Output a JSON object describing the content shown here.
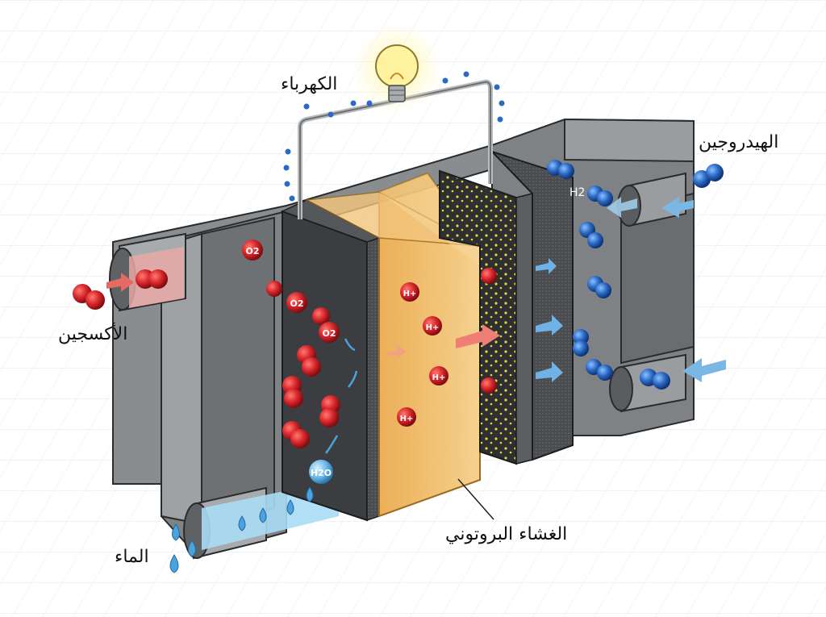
{
  "labels": {
    "electricity": "الكهرباء",
    "hydrogen": "الهيدروجين",
    "oxygen": "الأكسجين",
    "water": "الماء",
    "membrane": "الغشاء البروتوني"
  },
  "symbols": {
    "o2": "O2",
    "h2": "H2",
    "h_plus": "H+",
    "h2o": "H2O"
  },
  "colors": {
    "oxygen": "#d8262b",
    "hydrogen": "#2a69c4",
    "water": "#6bb8e8",
    "membrane": "#e9a93f",
    "housing": "#8a8d90",
    "electrode_dark": "#3b3d40",
    "catalyst_dot": "#e8d441"
  }
}
